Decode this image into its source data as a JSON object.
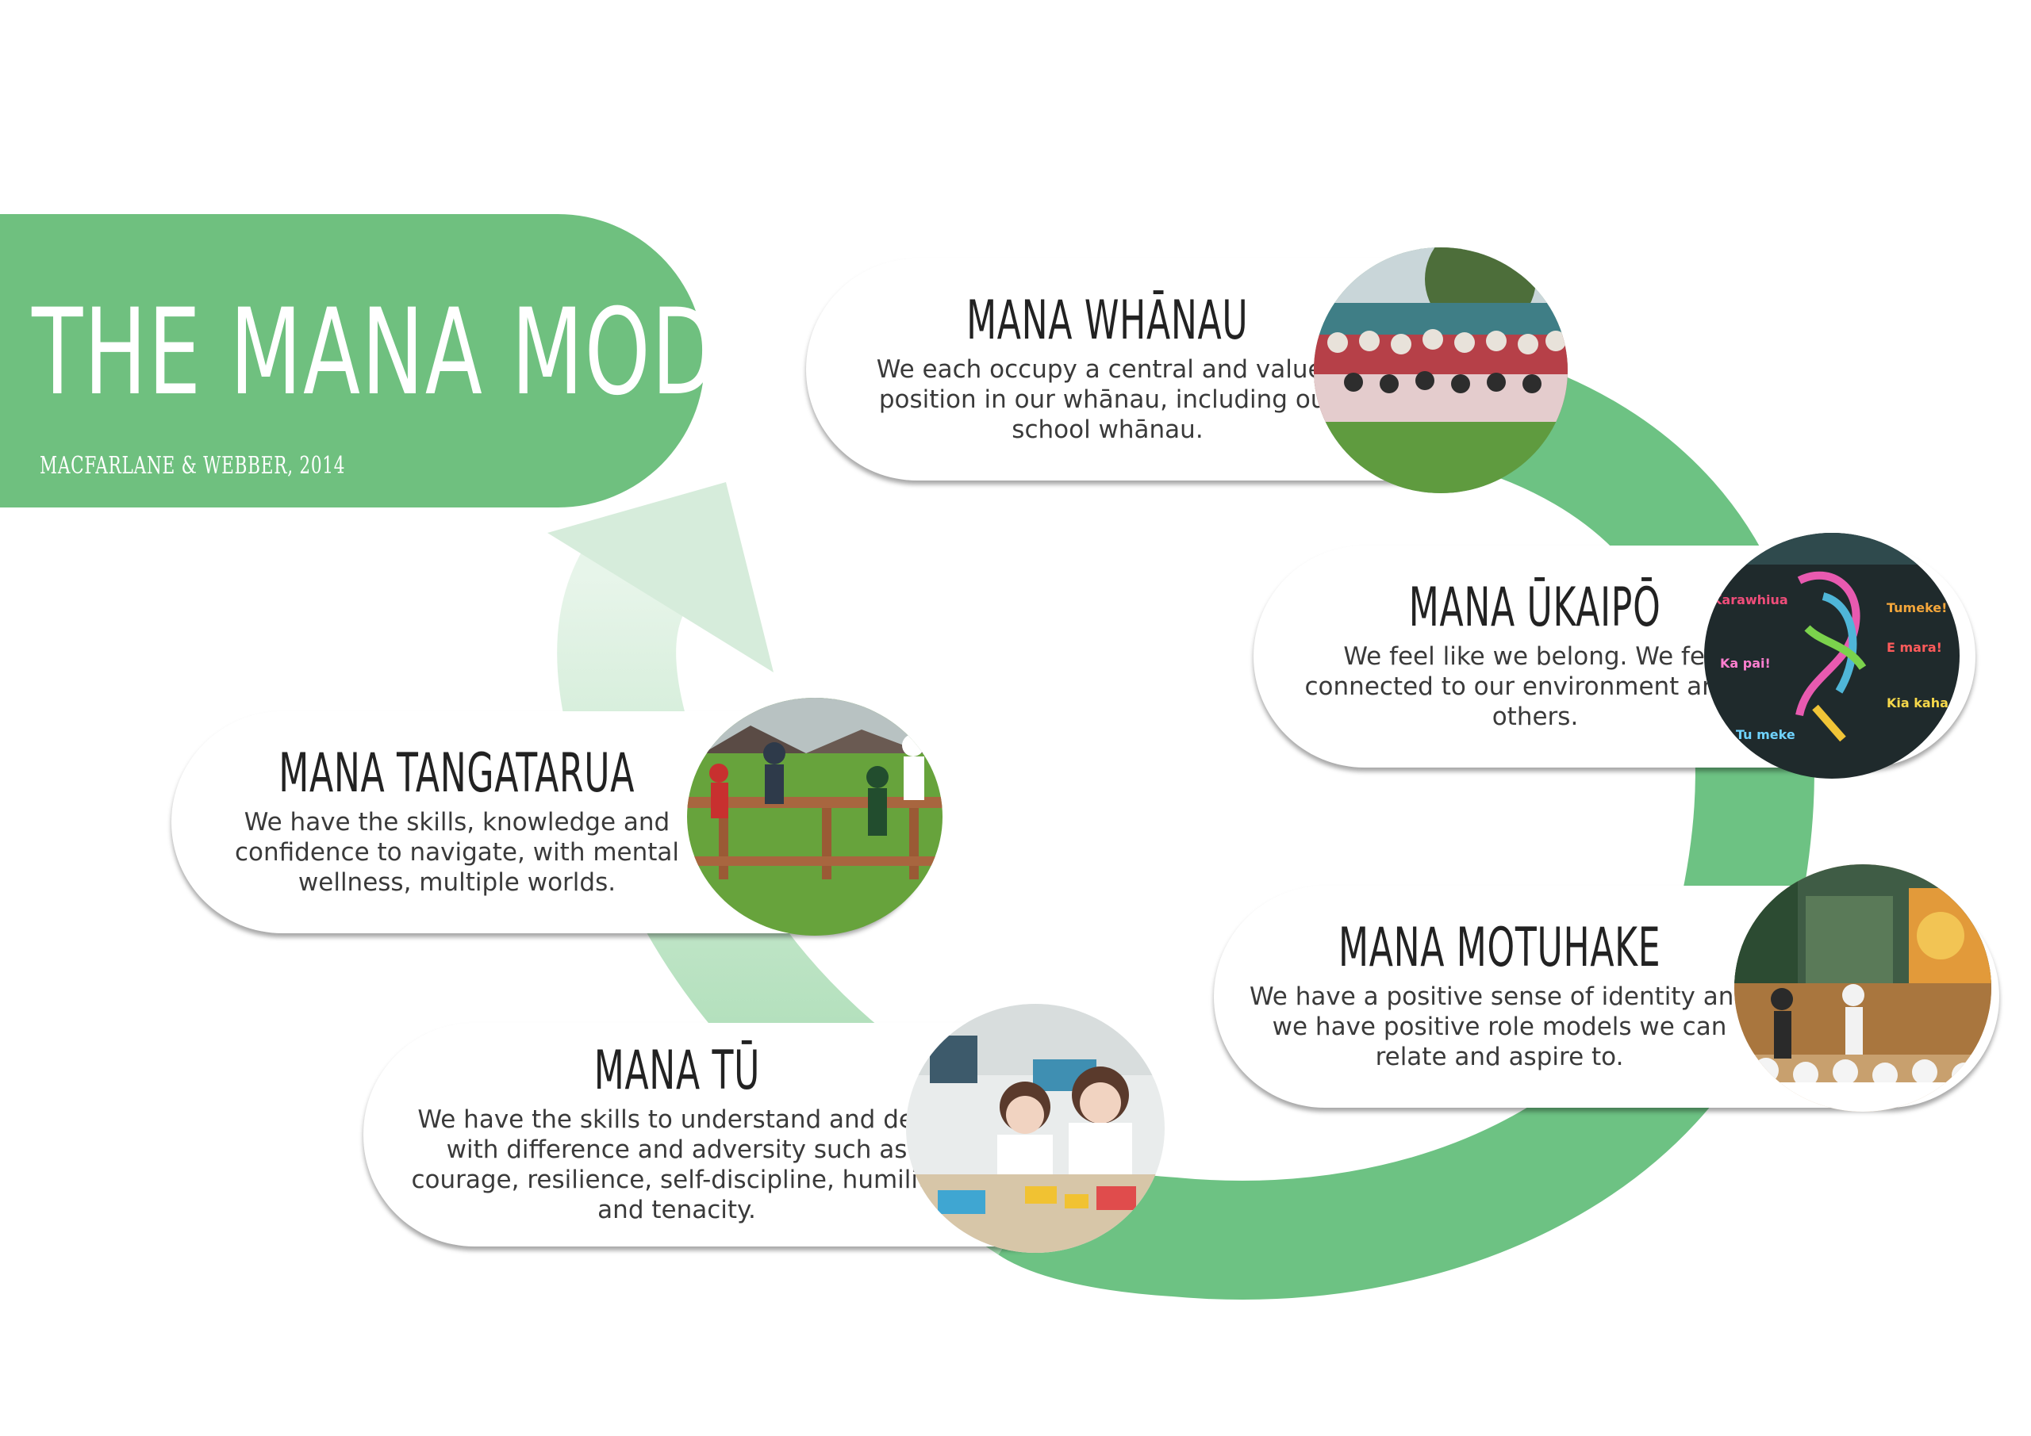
{
  "title": "THE MANA MODEL",
  "subtitle": "MACFARLANE & WEBBER, 2014",
  "colors": {
    "accent": "#6fc07f",
    "accent_light": "#cde9d4"
  },
  "items": [
    {
      "title": "MANA WHĀNAU",
      "description": "We each occupy a central and valued position in our whānau, including our school whānau."
    },
    {
      "title": "MANA ŪKAIPŌ",
      "description": "We feel like we belong. We feel connected to our environment and to others."
    },
    {
      "title": "MANA TANGATARUA",
      "description": "We have the skills, knowledge and confidence to navigate, with mental wellness, multiple worlds."
    },
    {
      "title": "MANA MOTUHAKE",
      "description": "We have a positive sense of identity and we have positive role models we can relate and aspire to."
    },
    {
      "title": "MANA TŪ",
      "description": "We have the skills to understand and deal with difference and adversity such as courage, resilience, self-discipline, humility and tenacity."
    }
  ]
}
